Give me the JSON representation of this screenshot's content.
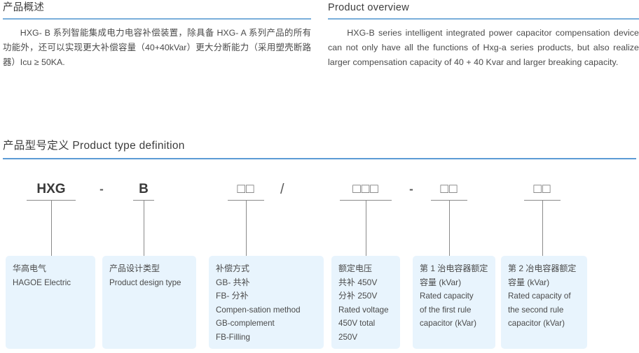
{
  "overview": {
    "cn": {
      "title": "产品概述",
      "paragraph": "HXG- B 系列智能集成电力电容补偿装置，除具备 HXG- A 系列产品的所有功能外，还可以实现更大补偿容量（40+40kVar）更大分断能力（采用塑壳断路器）Icu ≥ 50KA."
    },
    "en": {
      "title": "Product overview",
      "paragraph": "HXG-B series intelligent integrated power capacitor compensation device can not only have all the functions of Hxg-a series products, but also realize larger compensation capacity of 40 + 40 Kvar and larger breaking capacity."
    }
  },
  "typedef": {
    "title": "产品型号定义 Product type definition",
    "code_segments": [
      {
        "id": "hxg",
        "text": "HXG",
        "kind": "text"
      },
      {
        "id": "dash1",
        "text": "-",
        "kind": "separator"
      },
      {
        "id": "b",
        "text": "B",
        "kind": "text"
      },
      {
        "id": "box2a",
        "text": "□□",
        "kind": "placeholder"
      },
      {
        "id": "slash",
        "text": "/",
        "kind": "separator"
      },
      {
        "id": "box3",
        "text": "□□□",
        "kind": "placeholder"
      },
      {
        "id": "dash2",
        "text": "-",
        "kind": "separator"
      },
      {
        "id": "box2b",
        "text": "□□",
        "kind": "placeholder"
      },
      {
        "id": "box2c",
        "text": "□□",
        "kind": "placeholder"
      }
    ],
    "cards": [
      {
        "id": "brand",
        "lines_cn": [
          "华高电气"
        ],
        "lines_en": [
          "HAGOE Electric"
        ]
      },
      {
        "id": "design-type",
        "lines_cn": [
          "产品设计类型"
        ],
        "lines_en": [
          "Product design type"
        ]
      },
      {
        "id": "compensation-method",
        "lines_cn": [
          "补偿方式",
          "GB- 共补",
          "FB- 分补"
        ],
        "lines_en": [
          "Compen-sation method",
          "GB-complement",
          "FB-Filling"
        ]
      },
      {
        "id": "rated-voltage",
        "lines_cn": [
          "额定电压",
          "共补 450V",
          "分补 250V"
        ],
        "lines_en": [
          "Rated voltage",
          "450V total",
          "250V"
        ]
      },
      {
        "id": "first-capacitor",
        "lines_cn": [
          "第 1 治电容器额定",
          "容量 (kVar)"
        ],
        "lines_en": [
          "Rated capacity",
          "of the first rule",
          "capacitor (kVar)"
        ]
      },
      {
        "id": "second-capacitor",
        "lines_cn": [
          "第 2 冶电容器额定",
          "容量 (kVar)"
        ],
        "lines_en": [
          "Rated capacity of",
          "the second rule",
          "capacitor (kVar)"
        ]
      }
    ]
  },
  "colors": {
    "rule_blue": "#7aaedb",
    "card_bg": "#e8f4fd",
    "text": "#4a4a4a",
    "connector": "#8a8a8a"
  }
}
